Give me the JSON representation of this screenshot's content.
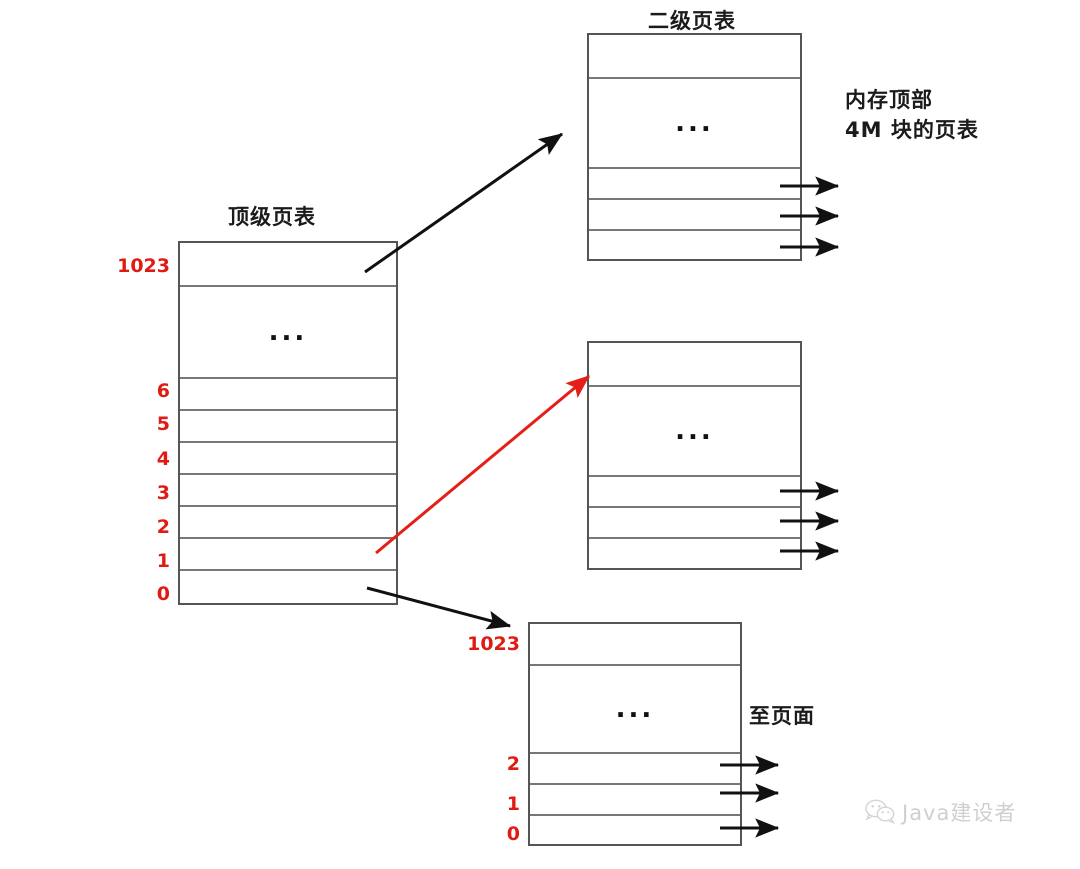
{
  "diagram": {
    "title_top_level": "顶级页表",
    "title_second_level": "二级页表",
    "note_top_memory": "内存顶部",
    "note_4m_block": "4M 块的页表",
    "note_to_page": "至页面",
    "ellipsis": "...",
    "top_level_indices": [
      "1023",
      "6",
      "5",
      "4",
      "3",
      "2",
      "1",
      "0"
    ],
    "bottom_table_indices": [
      "1023",
      "2",
      "1",
      "0"
    ],
    "colors": {
      "index_red": "#e01b13",
      "arrow_black": "#111111",
      "arrow_red": "#e41f18",
      "table_border": "#555555",
      "row_divider": "#777777"
    }
  },
  "watermark": {
    "label": "Java建设者",
    "icon": "wechat-icon"
  }
}
